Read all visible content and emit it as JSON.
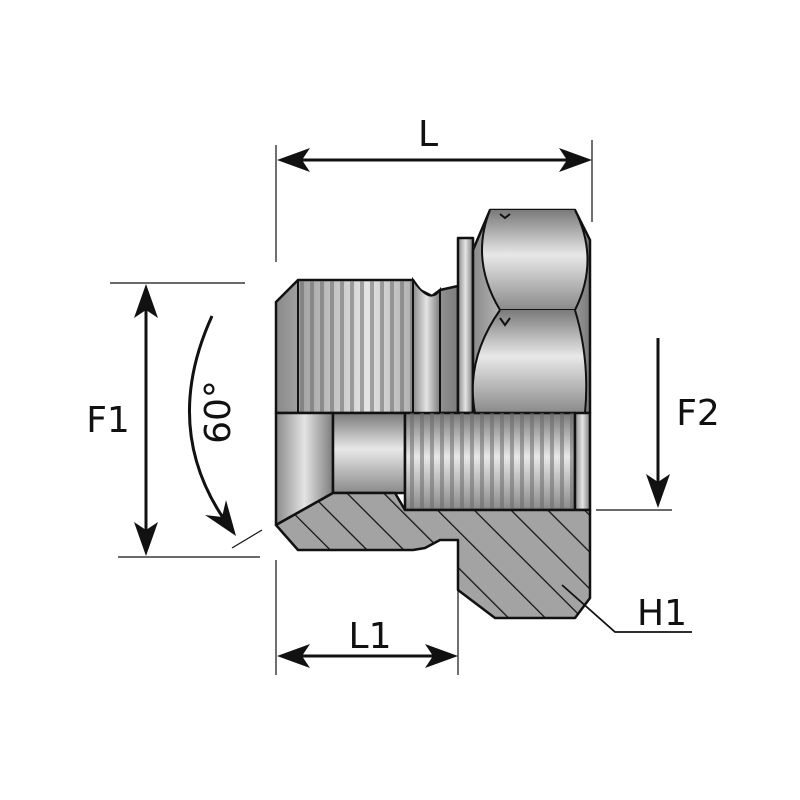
{
  "drawing": {
    "labels": {
      "length": "L",
      "thread_length": "L1",
      "thread_f1": "F1",
      "thread_f2": "F2",
      "angle": "60°",
      "hex": "H1"
    },
    "colors": {
      "metal_light": "#e6e6e6",
      "metal_mid": "#a0a0a0",
      "metal_dark": "#6e6e6e",
      "section_fill": "#9a9a9a",
      "line": "#111111"
    }
  }
}
